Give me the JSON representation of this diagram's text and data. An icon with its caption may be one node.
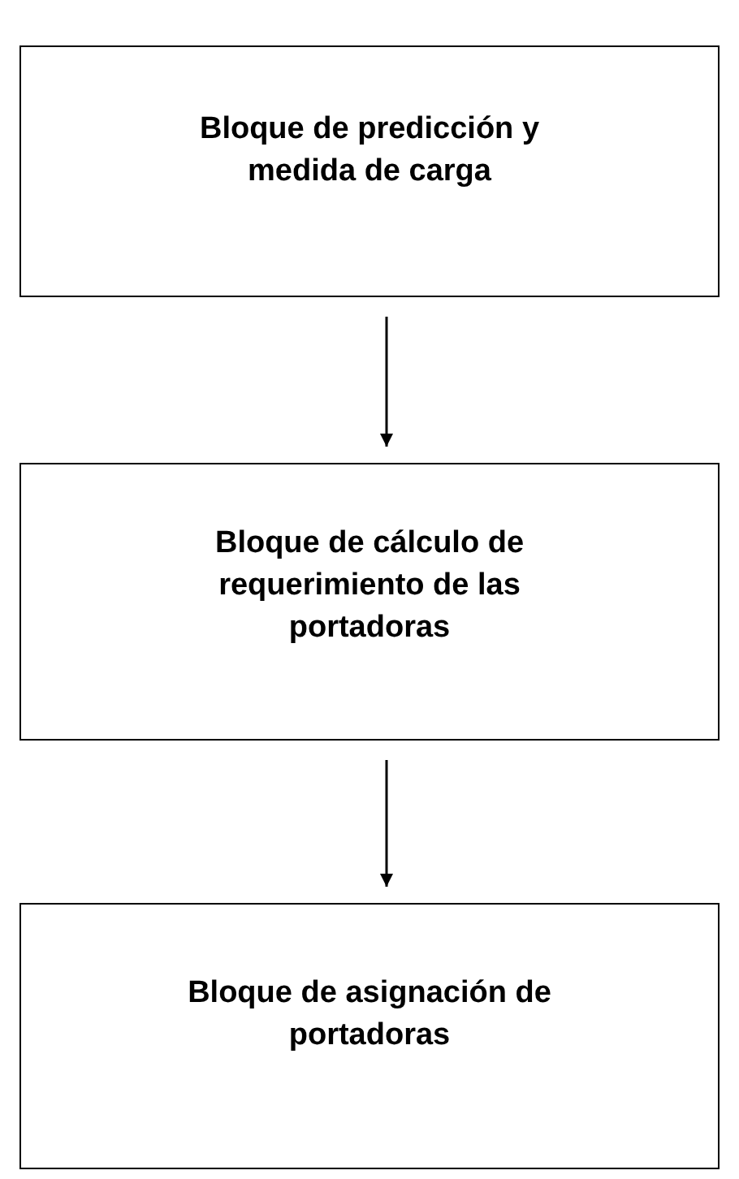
{
  "diagram": {
    "nodes": [
      {
        "text": [
          "Bloque de predicción y medida de carga"
        ]
      },
      {
        "text": [
          "Bloque de cálculo de requerimiento de las portadoras"
        ]
      },
      {
        "text": [
          "Bloque de asignación de portadoras"
        ]
      }
    ],
    "edges": [
      {
        "from": 0,
        "to": 1,
        "arrow": "to"
      },
      {
        "from": 1,
        "to": 2,
        "arrow": "to"
      }
    ]
  }
}
